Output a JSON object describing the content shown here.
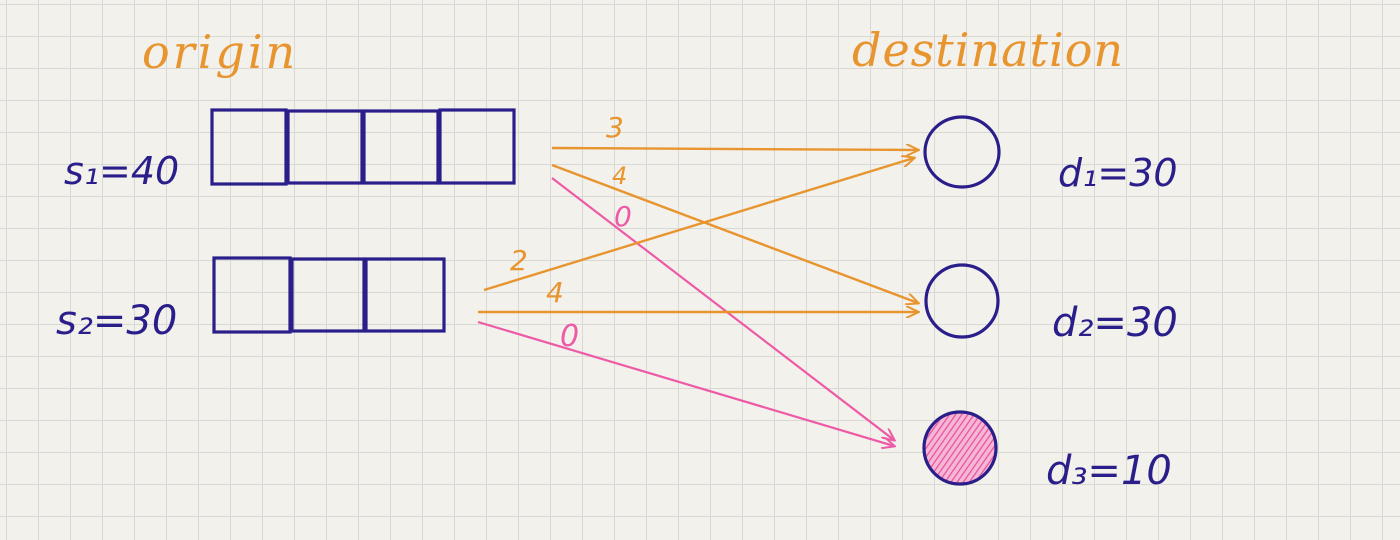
{
  "headings": {
    "origin": "origin",
    "destination": "destination"
  },
  "supplies": [
    {
      "label": "s₁=40",
      "boxes": 4
    },
    {
      "label": "s₂=30",
      "boxes": 3
    }
  ],
  "demands": [
    {
      "label": "d₁=30",
      "filled": false
    },
    {
      "label": "d₂=30",
      "filled": false
    },
    {
      "label": "d₃=10",
      "filled": true
    }
  ],
  "arcs": [
    {
      "from": 0,
      "to": 0,
      "cost": "3",
      "kind": "real"
    },
    {
      "from": 0,
      "to": 1,
      "cost": "4",
      "kind": "real"
    },
    {
      "from": 0,
      "to": 2,
      "cost": "0",
      "kind": "dummy"
    },
    {
      "from": 1,
      "to": 0,
      "cost": "2",
      "kind": "real"
    },
    {
      "from": 1,
      "to": 1,
      "cost": "4",
      "kind": "real"
    },
    {
      "from": 1,
      "to": 2,
      "cost": "0",
      "kind": "dummy"
    }
  ],
  "colors": {
    "ink_blue": "#2a1e8a",
    "ink_orange": "#e8952f",
    "ink_pink": "#ee5aa6",
    "dummy_fill": "#f29ac8"
  }
}
